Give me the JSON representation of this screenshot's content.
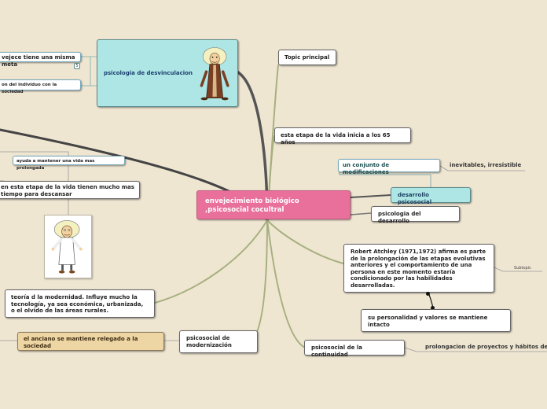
{
  "central": {
    "label": "envejecimiento biológico ,psicosocial cocultral"
  },
  "topics": {
    "topic_principal": "Topic principal",
    "etapa": "esta etapa de la vida inicia a los 65 años",
    "conjunto": "un conjunto de modificaciones",
    "inevitables": "inevitables, irresistible",
    "desarrollo_psicosocial": "desarrollo psicosocial",
    "psicologia_desarrollo": "psicologia del desarrollo",
    "atchley": "Robert Atchley (1971,1972) afirma es parte de  la prolongación de las etapas evolutivas anteriores y el comportamiento de una persona en este momento estaría condicionado por las habilidades desarrolladas.",
    "subtopic": "Subtopic",
    "personalidad": "su personalidad y valores se mantiene intacto",
    "continuidad": "psicosocial de la continuidad",
    "prolongacion": "prolongacion de proyectos y hábitos de",
    "modernizacion": "psicosocial de modernización",
    "teoria": "teoría d la modernidad. Influye mucho la tecnología, ya sea económica, urbanizada, o el olvido de las áreas rurales.",
    "anciano": "el anciano se mantiene relegado a la sociedad",
    "desvinculacion": "psicologia de desvinculacion",
    "vejez_meta": "vejece tiene una misma meta",
    "badge_count": "5",
    "individuo": "on del individuo con la sociedad",
    "ayuda": "ayuda a mantener una vida mas prolongada",
    "etapa_tiempo": "en esta etapa de la vida tienen mucho mas tiempo para descansar"
  },
  "colors": {
    "central": "#e8709a",
    "cyan": "#aee6e6",
    "tan": "#edd5a4",
    "background": "#efe6d2"
  },
  "icons": [
    "old-man-robe-icon",
    "old-man-scientist-icon"
  ]
}
